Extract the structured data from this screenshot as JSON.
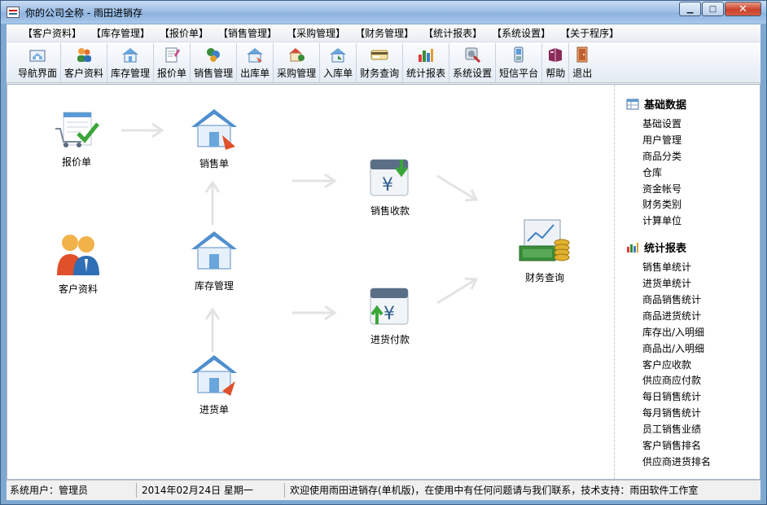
{
  "window": {
    "title": "你的公司全称 - 雨田进销存",
    "minimize": "▁",
    "maximize": "□",
    "close": "✕"
  },
  "menu": [
    "【客户资料】",
    "【库存管理】",
    "【报价单】",
    "【销售管理】",
    "【采购管理】",
    "【财务管理】",
    "【统计报表】",
    "【系统设置】",
    "【关于程序】"
  ],
  "toolbar": [
    {
      "label": "导航界面",
      "icon": "house-frame-icon"
    },
    {
      "label": "客户资料",
      "icon": "customers-icon"
    },
    {
      "label": "库存管理",
      "icon": "warehouse-icon"
    },
    {
      "label": "报价单",
      "icon": "quote-icon"
    },
    {
      "label": "销售管理",
      "icon": "sales-icon"
    },
    {
      "label": "出库单",
      "icon": "outbound-icon"
    },
    {
      "label": "采购管理",
      "icon": "purchase-icon"
    },
    {
      "label": "入库单",
      "icon": "inbound-icon"
    },
    {
      "label": "财务查询",
      "icon": "finance-card-icon"
    },
    {
      "label": "统计报表",
      "icon": "bar-chart-icon"
    },
    {
      "label": "系统设置",
      "icon": "settings-icon"
    },
    {
      "label": "短信平台",
      "icon": "sms-icon"
    },
    {
      "label": "帮助",
      "icon": "help-book-icon"
    },
    {
      "label": "退出",
      "icon": "exit-icon"
    }
  ],
  "flow": {
    "quote": "报价单",
    "sales_order": "销售单",
    "customer": "客户资料",
    "inventory": "库存管理",
    "purchase_order": "进货单",
    "sales_receipt": "销售收款",
    "purchase_payment": "进货付款",
    "finance_query": "财务查询"
  },
  "sidebar": {
    "basic_title": "基础数据",
    "basic_items": [
      "基础设置",
      "用户管理",
      "商品分类",
      "仓库",
      "资金帐号",
      "财务类别",
      "计算单位"
    ],
    "report_title": "统计报表",
    "report_items": [
      "销售单统计",
      "进货单统计",
      "商品销售统计",
      "商品进货统计",
      "库存出/入明细",
      "商品出/入明细",
      "客户应收款",
      "供应商应付款",
      "每日销售统计",
      "每月销售统计",
      "员工销售业绩",
      "客户销售排名",
      "供应商进货排名"
    ]
  },
  "status": {
    "user": "系统用户：管理员",
    "date": "2014年02月24日 星期一",
    "message": "欢迎使用雨田进销存(单机版)，在使用中有任何问题请与我们联系，技术支持：雨田软件工作室"
  },
  "colors": {
    "title_gradient": "#9fc0e6",
    "close_button": "#c9412a",
    "house_blue": "#5b9bd5",
    "money_green": "#3a8d3a",
    "coin_gold": "#d4a017"
  }
}
